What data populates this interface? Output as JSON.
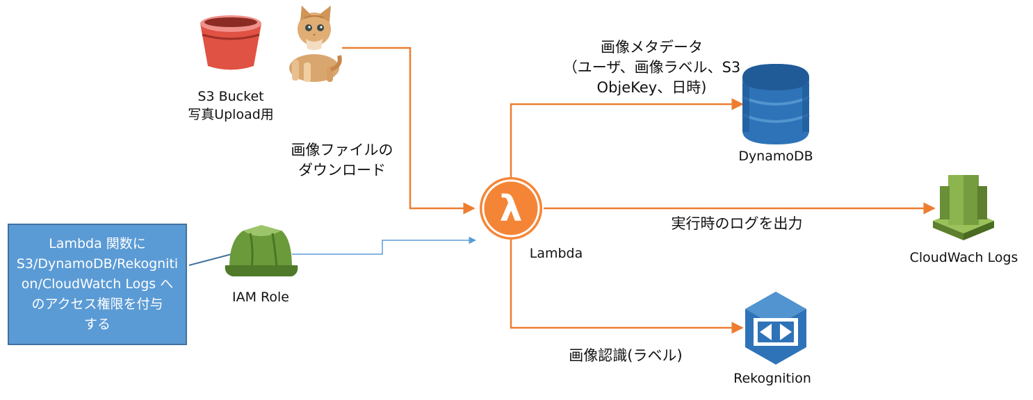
{
  "nodes": {
    "s3": {
      "label_line1": "S3 Bucket",
      "label_line2": "写真Upload用"
    },
    "lambda": {
      "label": "Lambda",
      "symbol": "λ"
    },
    "iam": {
      "label": "IAM Role"
    },
    "dynamodb": {
      "label": "DynamoDB"
    },
    "cloudwatch": {
      "label": "CloudWach Logs"
    },
    "rekognition": {
      "label": "Rekognition"
    }
  },
  "edges": {
    "s3_to_lambda": {
      "line1": "画像ファイルの",
      "line2": "ダウンロード"
    },
    "lambda_to_dynamodb": {
      "line1": "画像メタデータ",
      "line2": "（ユーザ、画像ラベル、S3",
      "line3": "ObjeKey、日時)"
    },
    "lambda_to_cloudwatch": {
      "text": "実行時のログを出力"
    },
    "lambda_to_rekognition": {
      "text": "画像認識(ラベル)"
    }
  },
  "note": {
    "text": "Lambda 関数に\nS3/DynamoDB/Rekogniti\non/CloudWatch Logs へ\nのアクセス権限を付与\nする"
  },
  "colors": {
    "orange_arrow": "#ed7d31",
    "blue_arrow": "#5b9bd5",
    "lambda_orange": "#f58536",
    "s3_red": "#e05243",
    "dynamo_blue": "#2e73b8",
    "cloudwatch_green": "#759c3e",
    "rekognition_blue": "#2e73b8",
    "iam_green": "#6a9a3a",
    "note_fill": "#5b9bd5"
  },
  "icons": [
    "s3-bucket-icon",
    "kitten-photo-icon",
    "lambda-icon",
    "iam-role-helmet-icon",
    "dynamodb-icon",
    "cloudwatch-logs-icon",
    "rekognition-icon"
  ]
}
